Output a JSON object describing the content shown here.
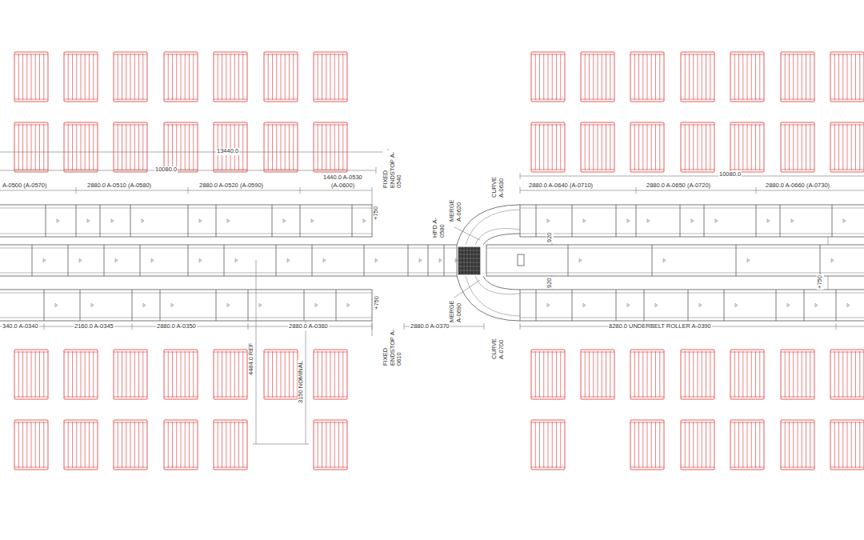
{
  "diagram": {
    "labels": [
      "13440.0",
      "10080.0",
      "10080.0",
      "FIXED ENDSTOP A-0540",
      "A-0500 (A-0570)",
      "2880.0 A-0510 (A-0580)",
      "2880.0 A-0520 (A-0590)",
      "1440.0 A-0530",
      "(A-0600)",
      "CURVE A-0630",
      "MERGE A-0620",
      "HPD A-0580",
      "2880.0 A-0640 (A-0710)",
      "2880.0 A-0650 (A-0720)",
      "2880.0 A-0660 (A-0730)",
      "+750",
      "920",
      "920",
      "+750",
      "+750",
      "340.0 A-0340",
      "2160.0 A-0345",
      "2880.0 A-0350",
      "2880.0 A-0360",
      "FIXED ENDSTOP A-0610",
      "2880.0 A-0370",
      "MERGE A-0690",
      "CURVE A-0700",
      "8280.0 UNDERBELT ROLLER A-0390",
      "4484.0 REF",
      "3150 NOMINAL"
    ]
  }
}
